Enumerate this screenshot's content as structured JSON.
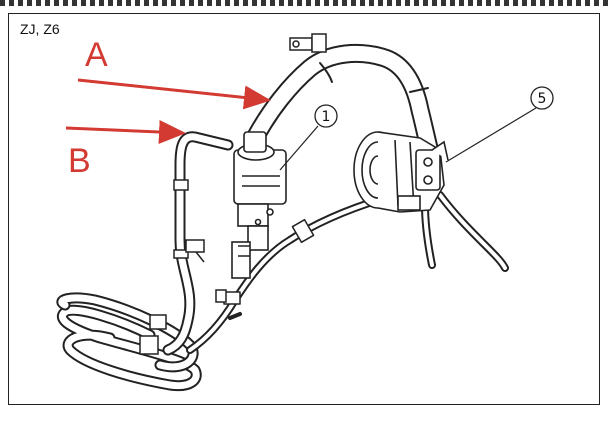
{
  "diagram": {
    "model_label": "ZJ, Z6",
    "letters": {
      "a": "A",
      "b": "B"
    },
    "callouts": [
      {
        "number": "1"
      },
      {
        "number": "5"
      }
    ],
    "colors": {
      "annotation_red": "#d23a32",
      "line": "#222222",
      "background": "#ffffff"
    }
  }
}
